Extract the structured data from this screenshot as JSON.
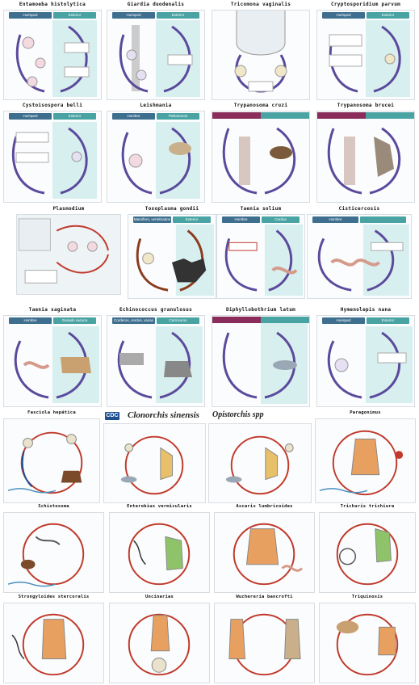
{
  "rows": [
    {
      "items": [
        {
          "title": "Entamoeba histolytica",
          "host": "Huésped",
          "exterior": "Exterior"
        },
        {
          "title": "Giardia duodenalis",
          "host": "Huésped",
          "exterior": "Exterior"
        },
        {
          "title": "Tricomona vaginalis",
          "host": "",
          "exterior": ""
        },
        {
          "title": "Cryptosporidium parvum",
          "host": "Huésped",
          "exterior": "Exterior"
        }
      ]
    },
    {
      "items": [
        {
          "title": "Cystoisospora belli",
          "host": "Huésped",
          "exterior": "Exterior"
        },
        {
          "title": "Leishmania",
          "host": "Hombre",
          "exterior": "Flebotomos"
        },
        {
          "title": "Trypanosoma cruzi",
          "host": "",
          "exterior": ""
        },
        {
          "title": "Trypanosoma brucei",
          "host": "",
          "exterior": ""
        }
      ]
    },
    {
      "items": [
        {
          "title": "Plasmodium",
          "host": "",
          "exterior": ""
        },
        {
          "title": "Toxoplasma gondii",
          "host": "Mamífero, vertebrados",
          "exterior": "Exterior"
        },
        {
          "title": "Taenia solium",
          "host": "Hombre",
          "exterior": "Cerdos"
        },
        {
          "title": "Cisticercosis",
          "host": "Hombre",
          "exterior": ""
        }
      ]
    },
    {
      "items": [
        {
          "title": "Taenia saginata",
          "host": "Hombre",
          "exterior": "Ganado vacuno"
        },
        {
          "title": "Echinococcus granulosus",
          "host": "Corderos, cerdos, vacas",
          "exterior": "Carnívoros"
        },
        {
          "title": "Diphyllobothrium latum",
          "host": "",
          "exterior": ""
        },
        {
          "title": "Hymenolepis nana",
          "host": "Huésped",
          "exterior": "Exterior"
        }
      ]
    }
  ],
  "fasciola": {
    "title": "Fasciola hepática"
  },
  "clonorchis": {
    "cdc": "CDC",
    "title1": "Clonorchis sinensis",
    "title2": "Opistorchis spp"
  },
  "paragonimus": {
    "title": "Paragonimus"
  },
  "row6": [
    {
      "title": "Schistosoma"
    },
    {
      "title": "Enterobius vermicularis"
    },
    {
      "title": "Ascaris lumbricoides"
    },
    {
      "title": "Trichuris trichiura"
    }
  ],
  "row7": [
    {
      "title": "Strongyloides stercoralis"
    },
    {
      "title": "Uncinarias"
    },
    {
      "title": "Wuchereria bancrofti"
    },
    {
      "title": "Triquinosis"
    }
  ],
  "colors": {
    "host": "#3f6f8f",
    "exterior": "#4aa3a3",
    "arrow": "#5b4a9c",
    "red": "#c0392b"
  }
}
